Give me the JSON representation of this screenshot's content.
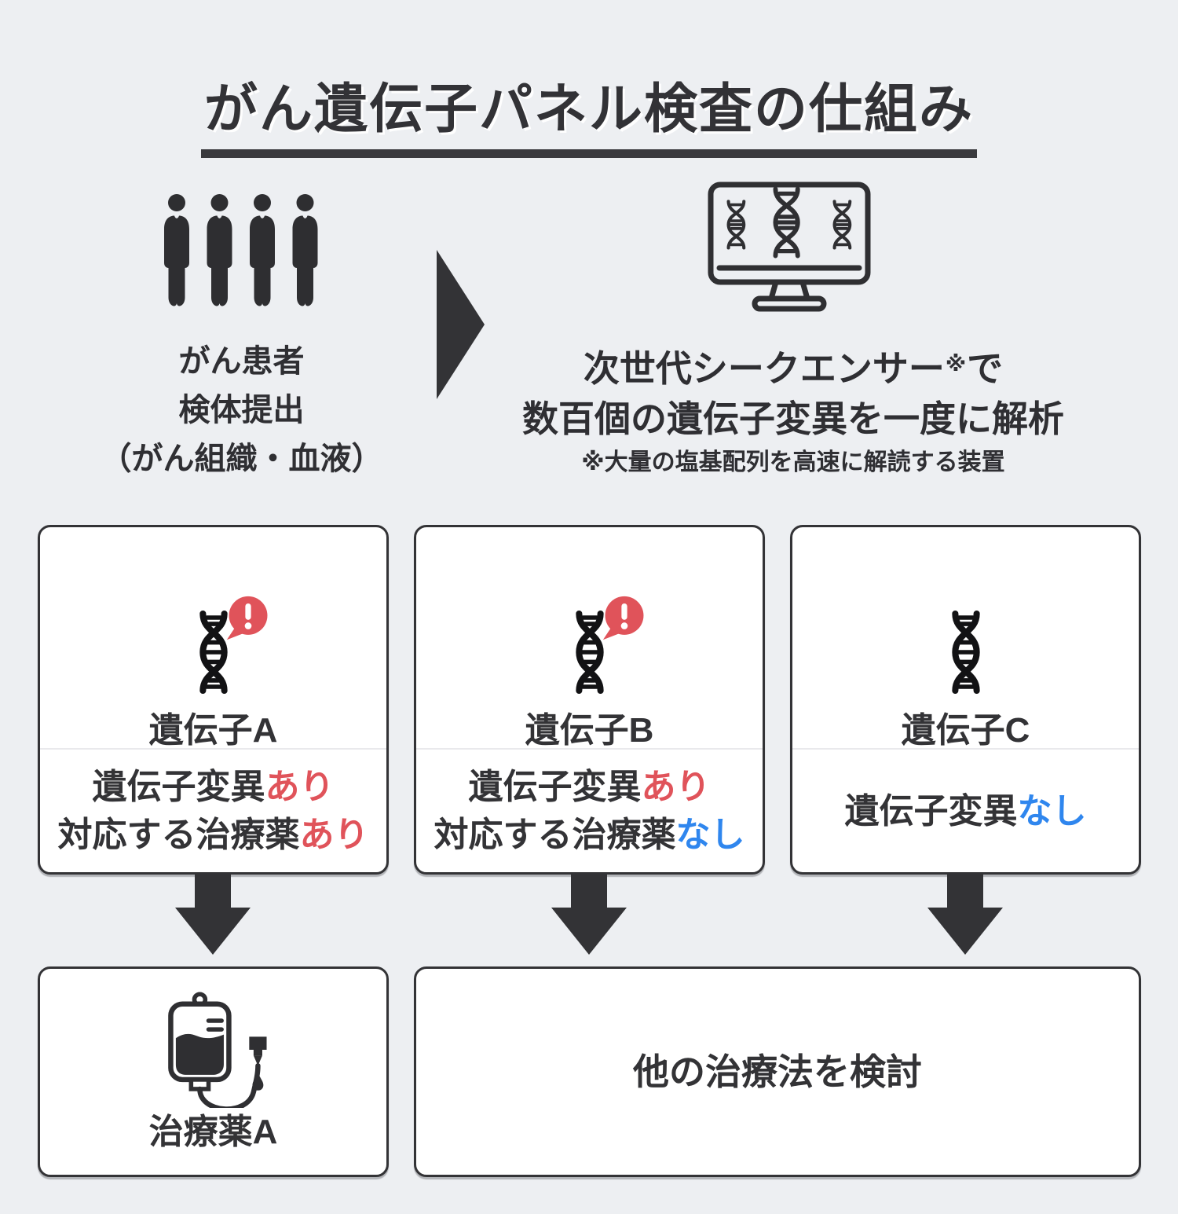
{
  "title": "がん遺伝子パネル検査の仕組み",
  "flow": {
    "patients": {
      "lines": [
        "がん患者",
        "検体提出",
        "（がん組織・血液）"
      ]
    },
    "sequencer": {
      "line1_main": "次世代シークエンサー",
      "line1_mark": "※",
      "line1_tail": "で",
      "line2": "数百個の遺伝子変異を一度に解析",
      "footnote": "※大量の塩基配列を高速に解読する装置"
    }
  },
  "genes": [
    {
      "name": "遺伝子A",
      "has_alert": true,
      "lines": [
        {
          "text": "遺伝子変異",
          "status": "あり",
          "status_color": "red"
        },
        {
          "text": "対応する治療薬",
          "status": "あり",
          "status_color": "red"
        }
      ]
    },
    {
      "name": "遺伝子B",
      "has_alert": true,
      "lines": [
        {
          "text": "遺伝子変異",
          "status": "あり",
          "status_color": "red"
        },
        {
          "text": "対応する治療薬",
          "status": "なし",
          "status_color": "blue"
        }
      ]
    },
    {
      "name": "遺伝子C",
      "has_alert": false,
      "lines": [
        {
          "text": "遺伝子変異",
          "status": "なし",
          "status_color": "blue"
        }
      ]
    }
  ],
  "outcomes": {
    "drug_label": "治療薬A",
    "other_label": "他の治療法を検討"
  },
  "icons": {
    "patients": "people-group-icon",
    "sequencer": "dna-monitor-icon",
    "flow": "right-arrow-icon",
    "gene": "dna-icon",
    "mutation_alert": "alert-exclamation-bubble-icon",
    "branch": "down-arrow-icon",
    "drug": "iv-drip-icon"
  },
  "colors": {
    "background": "#edeff2",
    "card_background": "#ffffff",
    "dark": "#333336",
    "accent_red": "#e0535a",
    "accent_blue": "#2f86ee"
  }
}
